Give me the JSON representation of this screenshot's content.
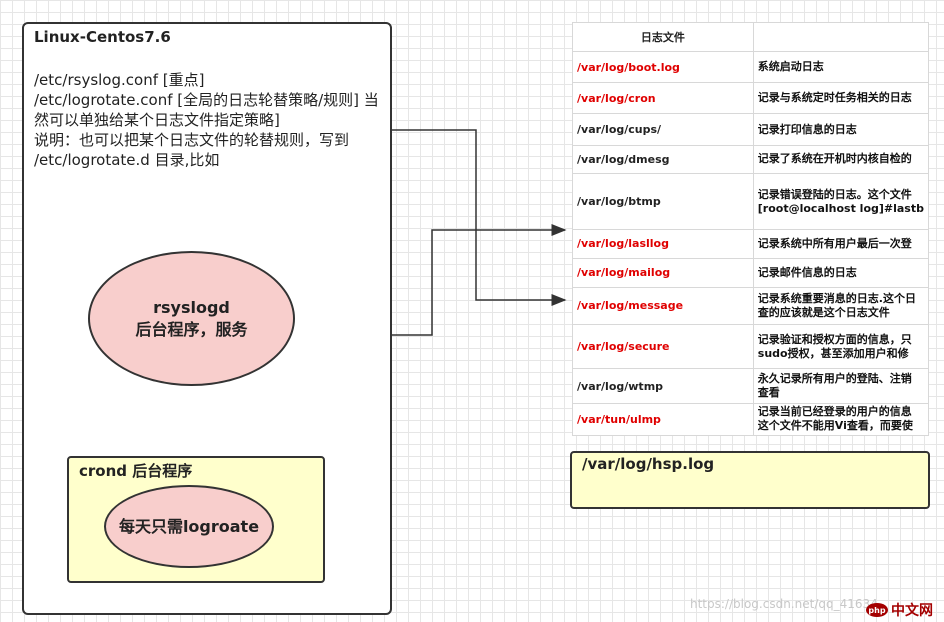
{
  "linux": {
    "title": "Linux-Centos7.6",
    "text": "/etc/rsyslog.conf [重点]\n/etc/logrotate.conf [全局的日志轮替策略/规则]   当然可以单独给某个日志文件指定策略]\n说明：也可以把某个日志文件的轮替规则，写到 /etc/logrotate.d 目录,比如"
  },
  "rsyslogd": {
    "label": "rsyslogd\n后台程序，服务"
  },
  "crond": {
    "title": "crond 后台程序",
    "logrotate_label": "每天只需logroate"
  },
  "table": {
    "header": [
      "日志文件",
      ""
    ],
    "rows": [
      {
        "path": "/var/log/boot.log",
        "desc": [
          "系统启动日志"
        ],
        "color": "#e00000"
      },
      {
        "path": "/var/log/cron",
        "desc": [
          "记录与系统定时任务相关的日志"
        ],
        "color": "#e00000"
      },
      {
        "path": "/var/log/cups/",
        "desc": [
          "记录打印信息的日志"
        ],
        "color": "#222222"
      },
      {
        "path": "/var/log/dmesg",
        "desc": [
          "记录了系统在开机时内核自检的"
        ],
        "color": "#222222"
      },
      {
        "path": "/var/log/btmp",
        "desc": [
          "记录错误登陆的日志。这个文件",
          "[root@localhost log]#lastb"
        ],
        "color": "#222222"
      },
      {
        "path": "/var/log/lasllog",
        "desc": [
          "记录系统中所有用户最后一次登"
        ],
        "color": "#e00000"
      },
      {
        "path": "/var/log/mailog",
        "desc": [
          "记录邮件信息的日志"
        ],
        "color": "#e00000"
      },
      {
        "path": "/var/log/message",
        "desc": [
          "记录系统重要消息的日志.这个日",
          "查的应该就是这个日志文件"
        ],
        "color": "#e00000"
      },
      {
        "path": "/var/log/secure",
        "desc": [
          "记录验证和授权方面的信息，只",
          "sudo授权，甚至添加用户和修"
        ],
        "color": "#e00000"
      },
      {
        "path": "/var/log/wtmp",
        "desc": [
          "永久记录所有用户的登陆、注销",
          "查看"
        ],
        "color": "#222222"
      },
      {
        "path": "/var/tun/ulmp",
        "desc": [
          "记录当前已经登录的用户的信息",
          "这个文件不能用Vi查看，而要使"
        ],
        "color": "#e00000"
      }
    ]
  },
  "hsp": {
    "label": "/var/log/hsp.log"
  },
  "watermark": {
    "text": "https://blog.csdn.net/qq_41634"
  },
  "brand": {
    "icon": "php",
    "text": "中文网"
  }
}
